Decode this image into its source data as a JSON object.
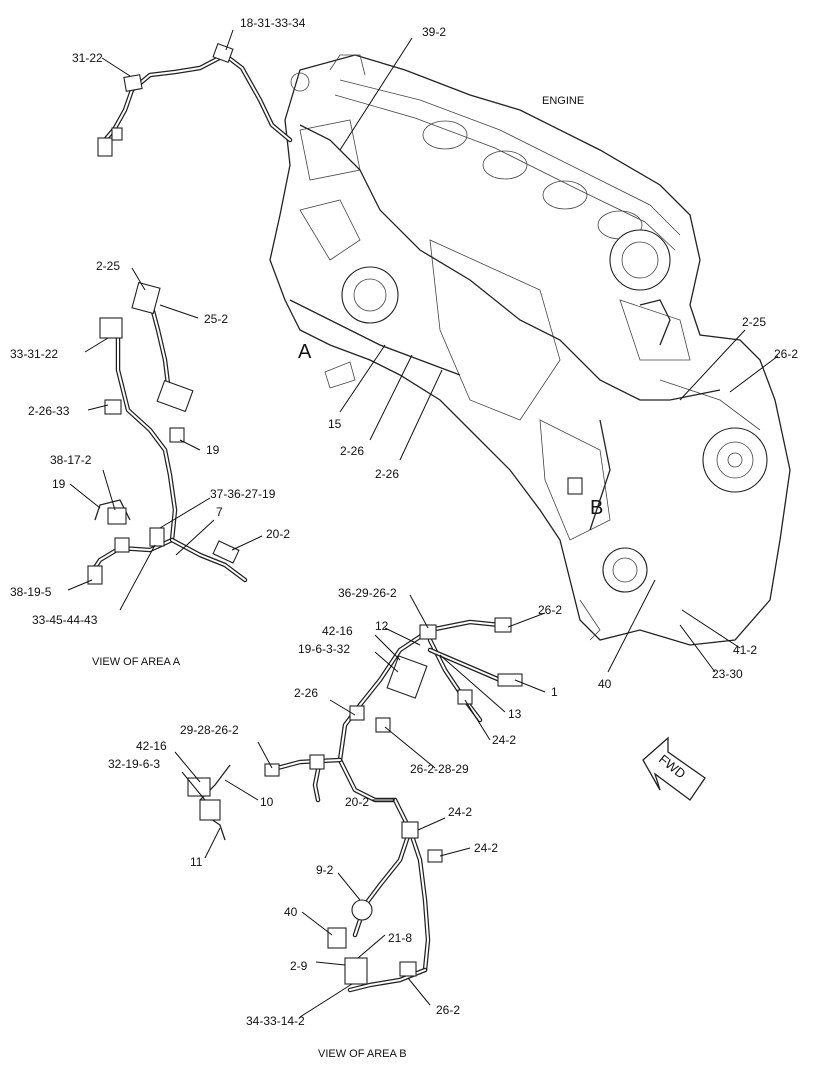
{
  "captions": {
    "engine": "ENGINE",
    "area_a_letter": "A",
    "area_b_letter": "B",
    "view_area_a": "VIEW OF AREA A",
    "view_area_b": "VIEW OF AREA B",
    "fwd": "FWD"
  },
  "callouts": {
    "c_18_31_33_34": "18-31-33-34",
    "c_39_2": "39-2",
    "c_31_22": "31-22",
    "c_2_25_a": "2-25",
    "c_25_2": "25-2",
    "c_33_31_22": "33-31-22",
    "c_2_26_33": "2-26-33",
    "c_19_a": "19",
    "c_38_17_2": "38-17-2",
    "c_19_b": "19",
    "c_37_36_27_19": "37-36-27-19",
    "c_7": "7",
    "c_20_2_a": "20-2",
    "c_38_19_5": "38-19-5",
    "c_33_45_44_43": "33-45-44-43",
    "c_15": "15",
    "c_2_26_a": "2-26",
    "c_2_26_b": "2-26",
    "c_2_25_b": "2-25",
    "c_26_2_a": "26-2",
    "c_36_29_26_2": "36-29-26-2",
    "c_26_2_b": "26-2",
    "c_42_16_a": "42-16",
    "c_12": "12",
    "c_19_6_3_32": "19-6-3-32",
    "c_2_26_c": "2-26",
    "c_1": "1",
    "c_13": "13",
    "c_24_2_a": "24-2",
    "c_26_2_28_29": "26-2-28-29",
    "c_40_a": "40",
    "c_41_2": "41-2",
    "c_23_30": "23-30",
    "c_29_28_26_2": "29-28-26-2",
    "c_42_16_b": "42-16",
    "c_32_19_6_3": "32-19-6-3",
    "c_10": "10",
    "c_11": "11",
    "c_20_2_b": "20-2",
    "c_24_2_b": "24-2",
    "c_24_2_c": "24-2",
    "c_9_2": "9-2",
    "c_40_b": "40",
    "c_21_8": "21-8",
    "c_2_9": "2-9",
    "c_34_33_14_2": "34-33-14-2",
    "c_26_2_c": "26-2"
  }
}
